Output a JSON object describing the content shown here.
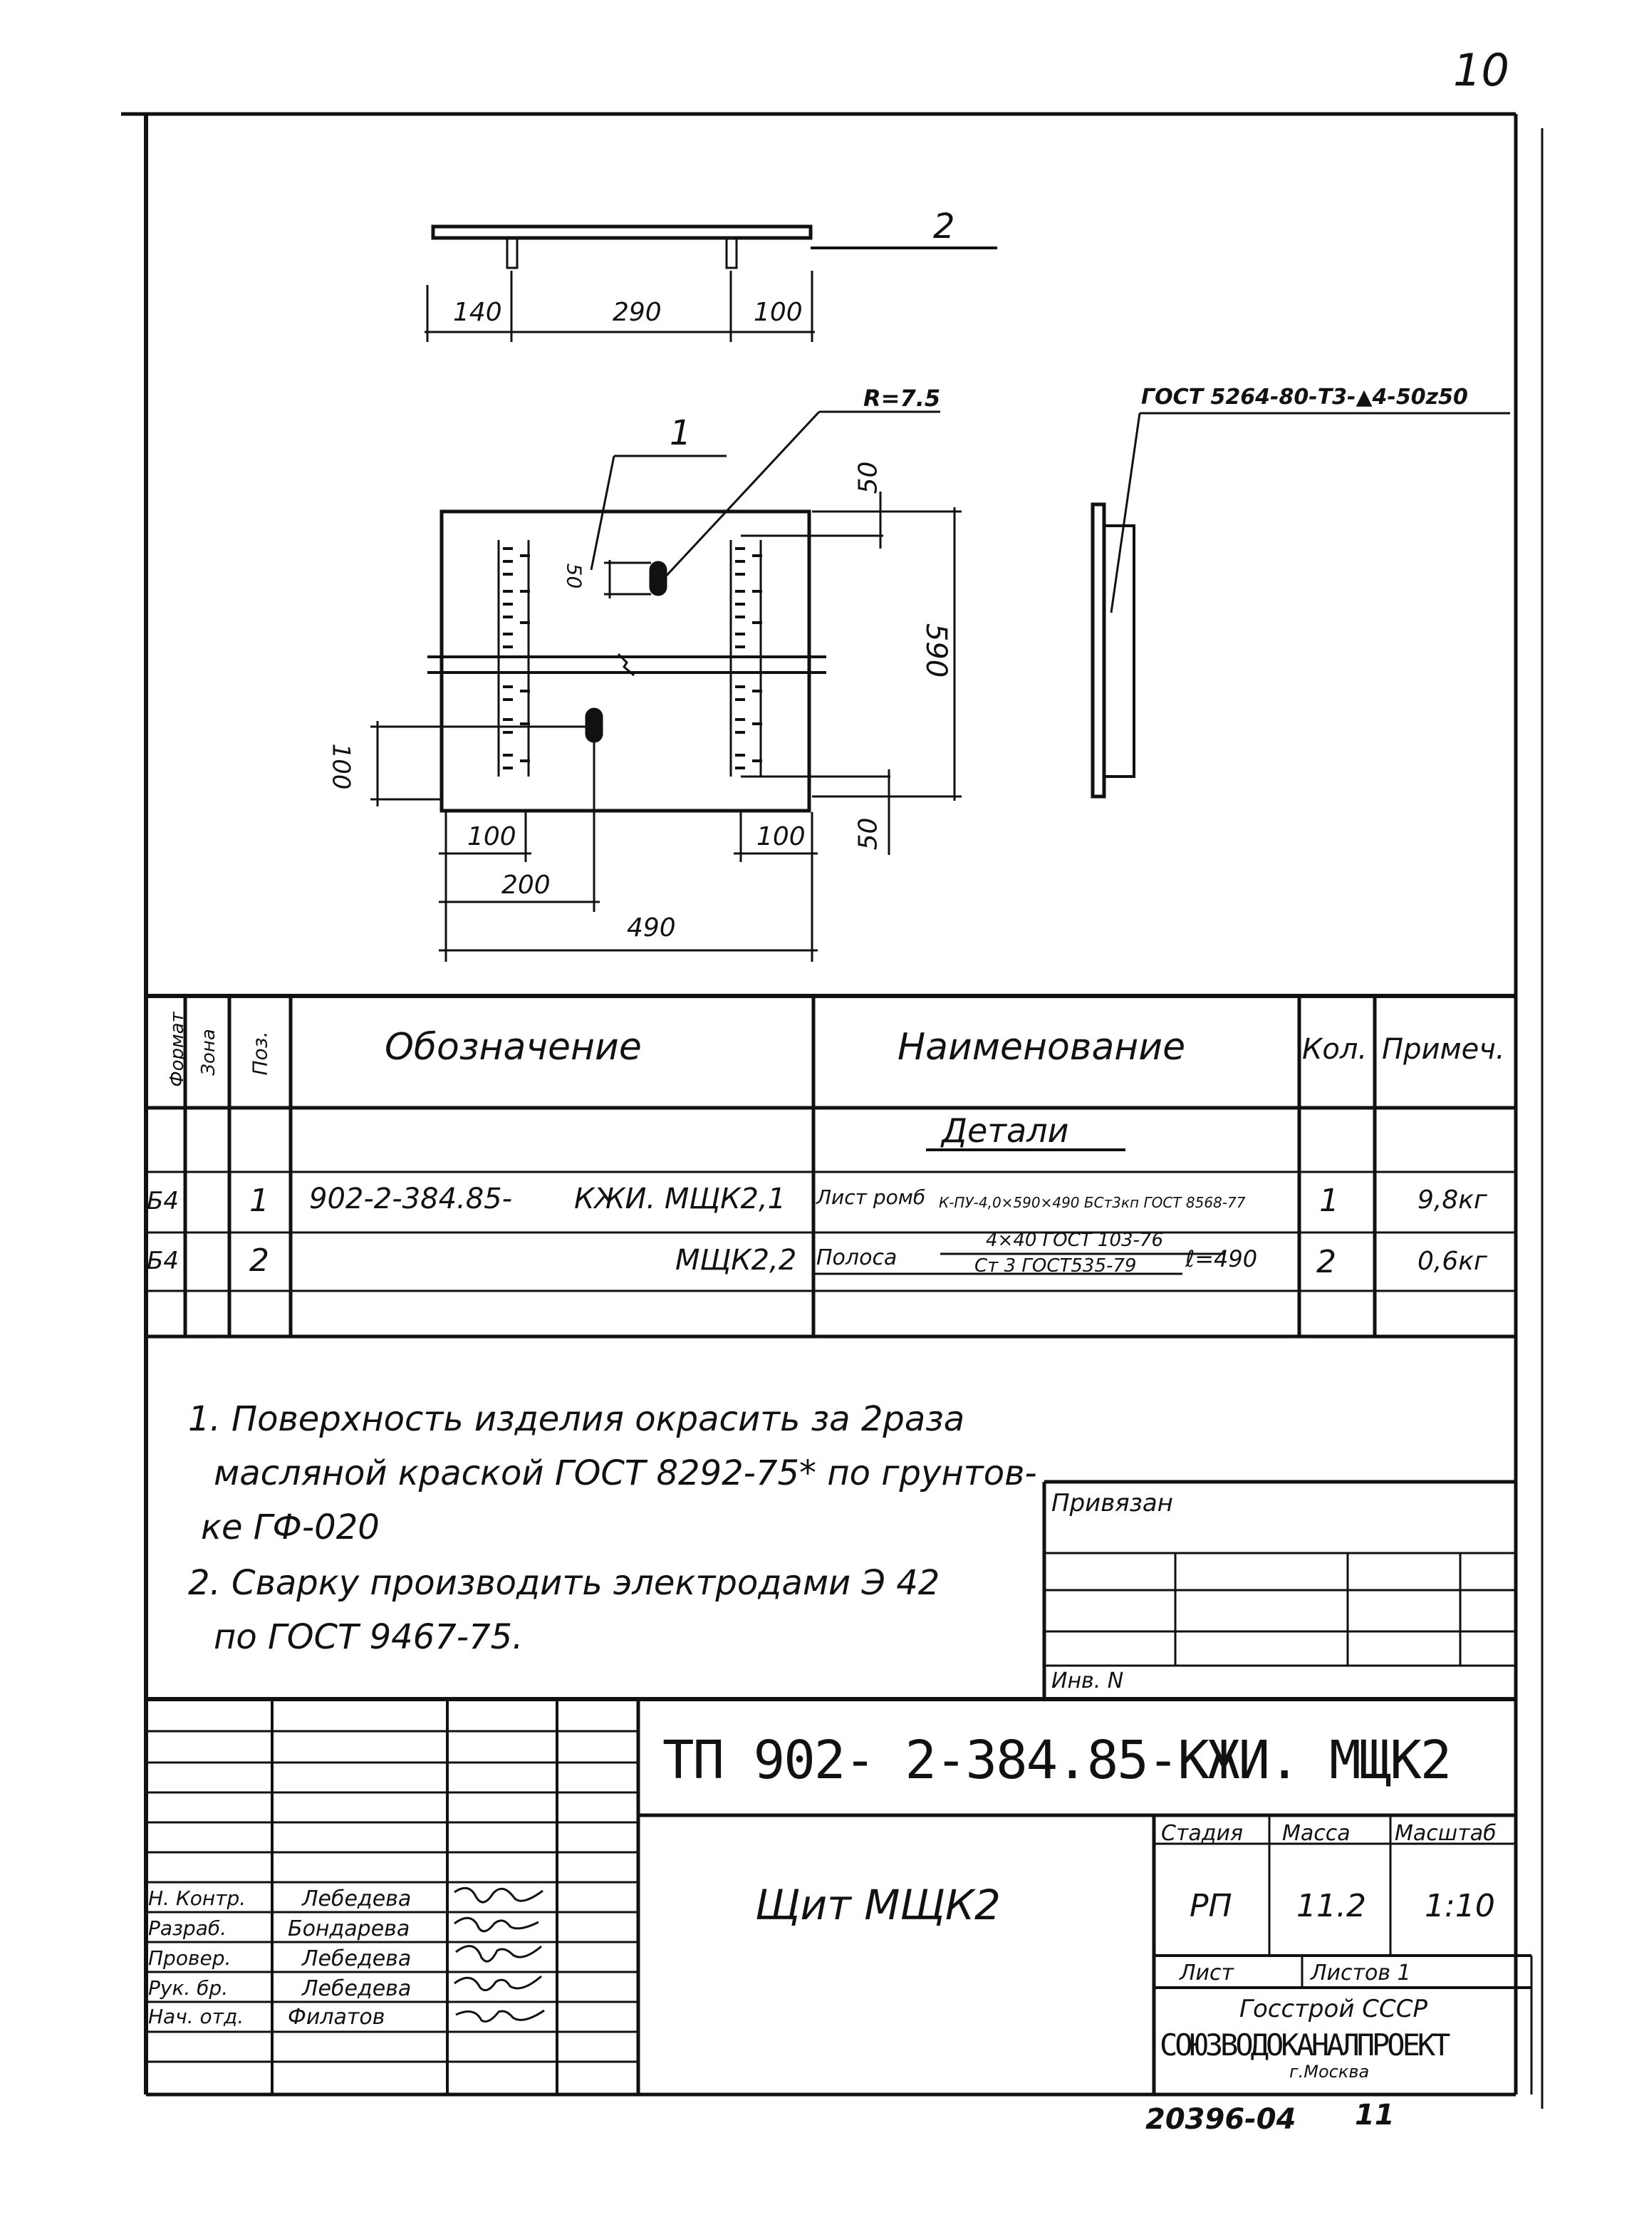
{
  "sheet_number": "10",
  "drawing": {
    "pos2_label": "2",
    "pos1_label": "1",
    "dims_top": [
      "140",
      "290",
      "100"
    ],
    "radius_label": "R=7.5",
    "gost_label": "ГОСТ 5264-80-Т3-▲4-50z50",
    "dim_50_top": "50",
    "dim_50_hole": "50",
    "dim_590": "590",
    "dim_100_left": "100",
    "dim_50_bottom": "50",
    "dim_100_a": "100",
    "dim_100_b": "100",
    "dim_200": "200",
    "dim_490": "490"
  },
  "spec_table": {
    "headers": {
      "format": "Формат",
      "zone": "Зона",
      "pos": "Поз.",
      "designation": "Обозначение",
      "name": "Наименование",
      "qty": "Кол.",
      "note": "Примеч."
    },
    "section": "Детали",
    "rows": [
      {
        "format": "Б4",
        "pos": "1",
        "designation_a": "902-2-384.85-",
        "designation_b": "КЖИ. МЩК2,1",
        "name_a": "Лист ромб",
        "name_b": "К-ПУ-4,0×590×490 БСт3кп ГОСТ 8568-77",
        "qty": "1",
        "note": "9,8кг"
      },
      {
        "format": "Б4",
        "pos": "2",
        "designation_b": "МЩК2,2",
        "name_a": "Полоса",
        "name_top": "4×40 ГОСТ 103-76",
        "name_bottom": "Ст 3 ГОСТ535-79",
        "name_c": "ℓ=490",
        "qty": "2",
        "note": "0,6кг"
      }
    ]
  },
  "notes": [
    "1. Поверхность изделия окрасить за 2раза",
    "масляной краской ГОСТ 8292-75* по грунтов-",
    "ке ГФ-020",
    "2. Сварку производить электродами Э 42",
    "по ГОСТ 9467-75."
  ],
  "binding_box": {
    "title": "Привязан",
    "inv": "Инв. N"
  },
  "title_block": {
    "code": "ТП 902- 2-384.85-КЖИ. МЩК2",
    "product": "Щит МЩК2",
    "stage_label": "Стадия",
    "mass_label": "Масса",
    "scale_label": "Масштаб",
    "stage": "РП",
    "mass": "11.2",
    "scale": "1:10",
    "sheet_label": "Лист",
    "sheets_label": "Листов 1",
    "org1": "Госстрой СССР",
    "org2": "СОЮЗВОДОКАНАЛПРОЕКТ",
    "city": "г.Москва",
    "people": [
      {
        "role": "Н. Контр.",
        "name": "Лебедева"
      },
      {
        "role": "Разраб.",
        "name": "Бондарева"
      },
      {
        "role": "Провер.",
        "name": "Лебедева"
      },
      {
        "role": "Рук. бр.",
        "name": "Лебедева"
      },
      {
        "role": "Нач. отд.",
        "name": "Филатов"
      }
    ]
  },
  "footer_code": "20396-04",
  "footer_sheet": "11"
}
